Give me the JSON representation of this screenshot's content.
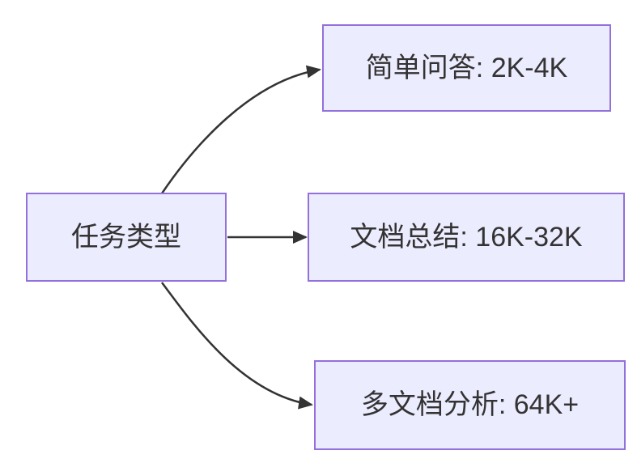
{
  "diagram": {
    "type": "flowchart-left-to-right",
    "root": {
      "label": "任务类型"
    },
    "children": [
      {
        "label": "简单问答: 2K-4K"
      },
      {
        "label": "文档总结: 16K-32K"
      },
      {
        "label": "多文档分析: 64K+"
      }
    ],
    "edges": [
      {
        "from": "任务类型",
        "to": "简单问答: 2K-4K"
      },
      {
        "from": "任务类型",
        "to": "文档总结: 16K-32K"
      },
      {
        "from": "任务类型",
        "to": "多文档分析: 64K+"
      }
    ]
  },
  "colors": {
    "background": "#FFFFFF",
    "node_fill": "#ECECFF",
    "node_border": "#9370DB",
    "edge": "#333333",
    "text": "#333333"
  }
}
